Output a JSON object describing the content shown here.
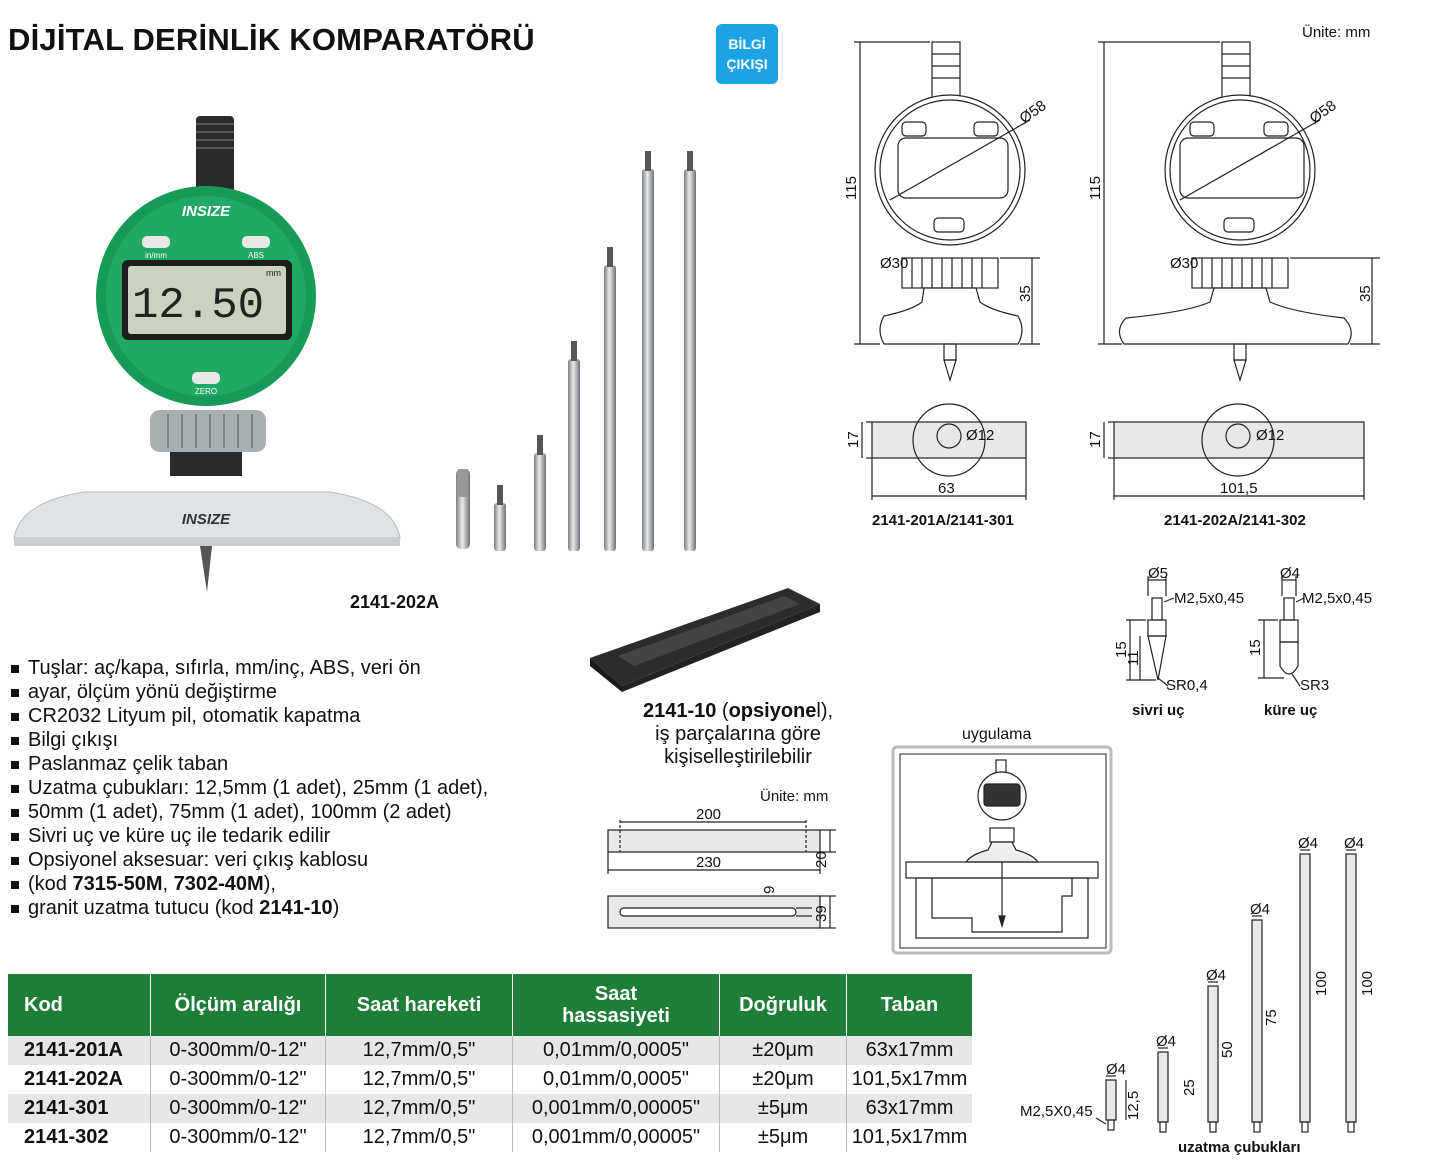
{
  "header": {
    "title": "DİJİTAL DERİNLİK KOMPARATÖRÜ",
    "badge_line1": "BİLGİ",
    "badge_line2": "ÇIKIŞI"
  },
  "units": "Ünite: mm",
  "product": {
    "brand": "INSIZE",
    "display": "12.50",
    "display_unit": "mm",
    "btn_left": "in/mm",
    "btn_right": "ABS",
    "btn_bottom": "ZERO",
    "caption": "2141-202A"
  },
  "drawings": {
    "dia_face": "Ø58",
    "height": "115",
    "dia_stem": "Ø30",
    "stem_h": "35",
    "base_h": "17",
    "dia_hole": "Ø12",
    "base_w_a": "63",
    "base_w_b": "101,5",
    "caption_a": "2141-201A/2141-301",
    "caption_b": "2141-202A/2141-302"
  },
  "tips": {
    "sharp": {
      "dia": "Ø5",
      "thread": "M2,5x0,45",
      "len": "15",
      "len2": "11",
      "radius": "SR0,4",
      "label": "sivri uç"
    },
    "ball": {
      "dia": "Ø4",
      "thread": "M2,5x0,45",
      "len": "15",
      "radius": "SR3",
      "label": "küre uç"
    }
  },
  "application": {
    "label": "uygulama"
  },
  "features": [
    "Tuşlar: aç/kapa, sıfırla, mm/inç, ABS, veri ön",
    "ayar, ölçüm yönü değiştirme",
    "CR2032 Lityum pil, otomatik kapatma",
    "Bilgi çıkışı",
    "Paslanmaz çelik taban",
    "Uzatma çubukları: 12,5mm (1 adet), 25mm (1 adet),",
    "50mm (1 adet), 75mm (1 adet), 100mm (2 adet)",
    "Sivri uç ve küre uç ile tedarik edilir",
    "Opsiyonel aksesuar: veri çıkış kablosu"
  ],
  "features_extra": {
    "kod_open": "(kod ",
    "kod1": "7315-50M",
    "sep": ", ",
    "kod2": "7302-40M",
    "kod_close": "),",
    "granit": "granit uzatma tutucu (kod ",
    "kod3": "2141-10",
    "close": ")"
  },
  "option": {
    "code": "2141-10",
    "open": " (",
    "opsiyone": "opsiyone",
    "tail": "l),",
    "line2": "iş parçalarına göre",
    "line3": "kişiselleştirilebilir"
  },
  "holder_dims": {
    "units": "Ünite: mm",
    "w_inner": "200",
    "w_outer": "230",
    "h1": "20",
    "slot": "9",
    "h2": "39"
  },
  "rods": {
    "thread": "M2,5X0,45",
    "dia": "Ø4",
    "l1": "12,5",
    "l2": "25",
    "l3": "50",
    "l4": "75",
    "l5": "100",
    "l6": "100",
    "label": "uzatma çubukları"
  },
  "table": {
    "headers": [
      "Kod",
      "Ölçüm aralığı",
      "Saat hareketi",
      "Saat",
      "hassasiyeti",
      "Doğruluk",
      "Taban"
    ],
    "rows": [
      [
        "2141-201A",
        "0-300mm/0-12\"",
        "12,7mm/0,5\"",
        "0,01mm/0,0005\"",
        "±20μm",
        "63x17mm"
      ],
      [
        "2141-202A",
        "0-300mm/0-12\"",
        "12,7mm/0,5\"",
        "0,01mm/0,0005\"",
        "±20μm",
        "101,5x17mm"
      ],
      [
        "2141-301",
        "0-300mm/0-12\"",
        "12,7mm/0,5\"",
        "0,001mm/0,00005\"",
        "±5μm",
        "63x17mm"
      ],
      [
        "2141-302",
        "0-300mm/0-12\"",
        "12,7mm/0,5\"",
        "0,001mm/0,00005\"",
        "±5μm",
        "101,5x17mm"
      ]
    ]
  },
  "colors": {
    "green": "#1e7d36",
    "badge": "#1ba3e6",
    "gauge_green": "#17995a",
    "lcd": "#c9d3c0"
  }
}
